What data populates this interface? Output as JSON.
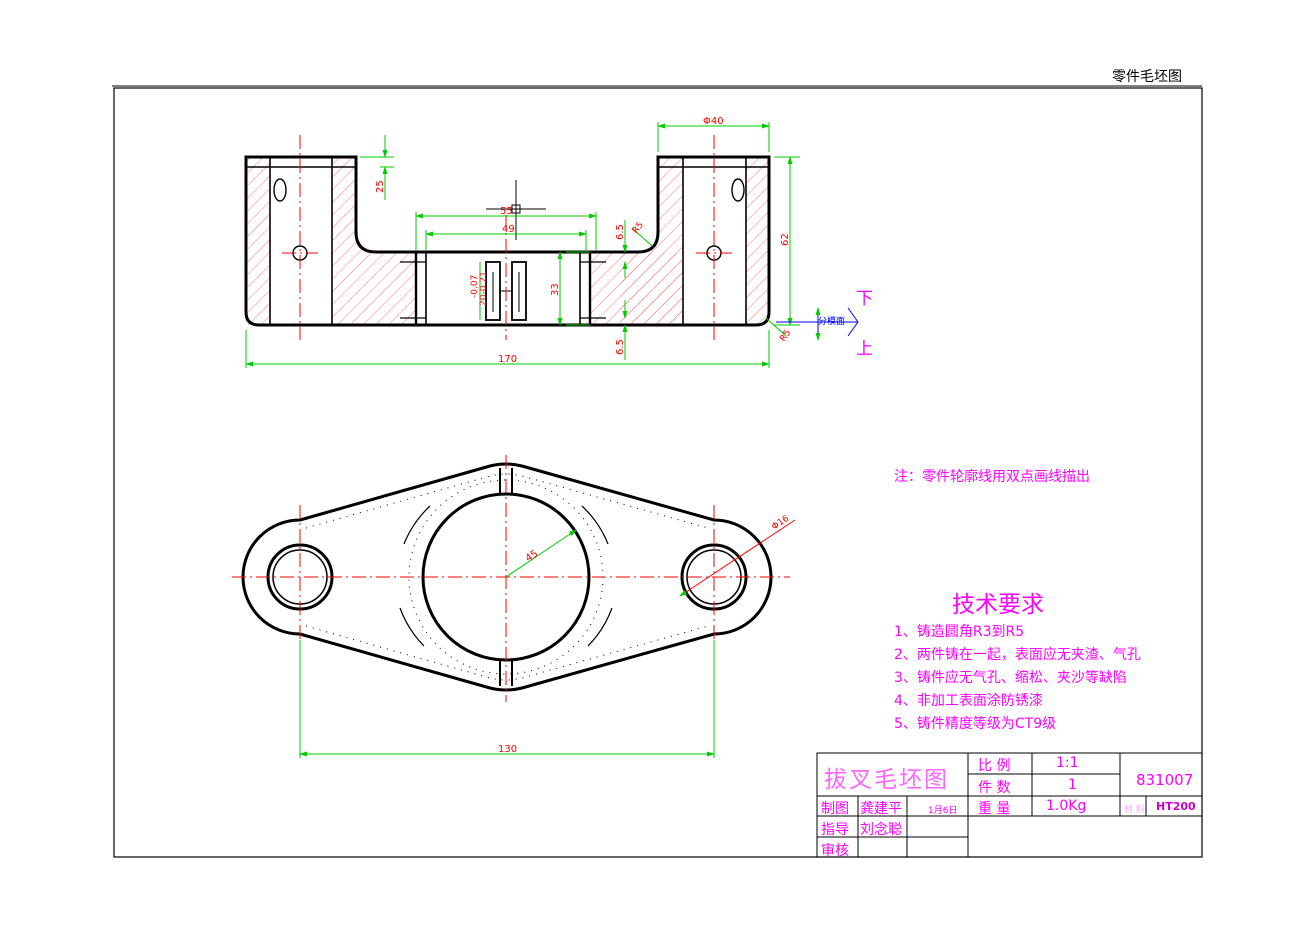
{
  "header": {
    "sheet_title": "零件毛坯图"
  },
  "dimensions": {
    "total_width": "170",
    "height": "62",
    "top_dia": "Φ40",
    "slot_outer": "55",
    "slot_inner": "49",
    "step_top": "6.5",
    "step_bottom": "6.5",
    "fillet": "R5",
    "fillet_bottom": "R5",
    "top_depth": "25",
    "bore_height": "33",
    "tol_upper": "-0.07",
    "tol_main": "20-0.21",
    "parting_label": "分模面",
    "dir_down": "下",
    "dir_up": "上",
    "plan_center_dist": "130",
    "plan_radius": "45",
    "plan_dia": "Φ16"
  },
  "note": "注：零件轮廓线用双点画线描出",
  "tech_requirements": {
    "title": "技术要求",
    "items": [
      "1、铸造圆角R3到R5",
      "2、两件铸在一起，表面应无夹渣、气孔",
      "3、铸件应无气孔、缩松、夹沙等缺陷",
      "4、非加工表面涂防锈漆",
      "5、铸件精度等级为CT9级"
    ]
  },
  "title_block": {
    "part_name": "拔叉毛坯图",
    "scale_label": "比 例",
    "scale_value": "1:1",
    "count_label": "件 数",
    "count_value": "1",
    "drawing_no": "831007",
    "drawn_label": "制图",
    "drawn_name": "龚建平",
    "drawn_date": "1月6日",
    "weight_label": "重 量",
    "weight_value": "1.0Kg",
    "material_label": "材 料",
    "material_value": "HT200",
    "guide_label": "指导",
    "guide_name": "刘念聪",
    "review_label": "审核"
  }
}
